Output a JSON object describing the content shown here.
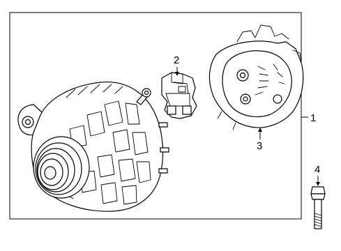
{
  "diagram": {
    "callouts": [
      {
        "id": "1",
        "label": "1"
      },
      {
        "id": "2",
        "label": "2"
      },
      {
        "id": "3",
        "label": "3"
      },
      {
        "id": "4",
        "label": "4"
      }
    ],
    "parts": [
      {
        "callout": "1",
        "name": "alternator-assembly"
      },
      {
        "callout": "2",
        "name": "voltage-regulator"
      },
      {
        "callout": "3",
        "name": "rear-cover"
      },
      {
        "callout": "4",
        "name": "mounting-bolt"
      }
    ]
  }
}
